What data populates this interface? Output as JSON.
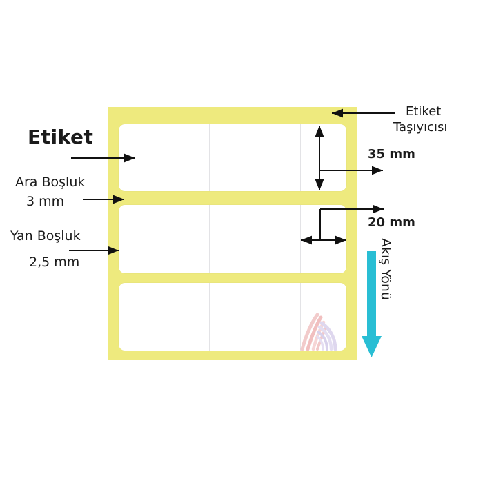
{
  "diagram": {
    "title_alt": "Etiket olçü diyagramı",
    "colors": {
      "carrier": "#eeea7e",
      "label": "#ffffff",
      "divider": "#e3e3e6",
      "annotation": "#1b1b1b",
      "flow_arrow": "#29bed4",
      "background": "#ffffff"
    }
  },
  "annotations": {
    "label": {
      "text": "Etiket",
      "role": "label-callout"
    },
    "gap_between": {
      "name": "Ara Boşluk",
      "value": "3 mm"
    },
    "side_gap": {
      "name": "Yan Boşluk",
      "value": "2,5 mm"
    },
    "carrier": {
      "line1": "Etiket",
      "line2": "Taşıyıcısı"
    },
    "height_dim": {
      "value": "35 mm"
    },
    "width_dim": {
      "value": "20 mm"
    },
    "flow": {
      "text": "Akış Yönü"
    }
  },
  "carrier_layout": {
    "rows": 3,
    "cells_per_row": 5,
    "strips": [
      {
        "id": "strip-1",
        "cells": 5
      },
      {
        "id": "strip-2",
        "cells": 5
      },
      {
        "id": "strip-3",
        "cells": 5
      }
    ]
  }
}
